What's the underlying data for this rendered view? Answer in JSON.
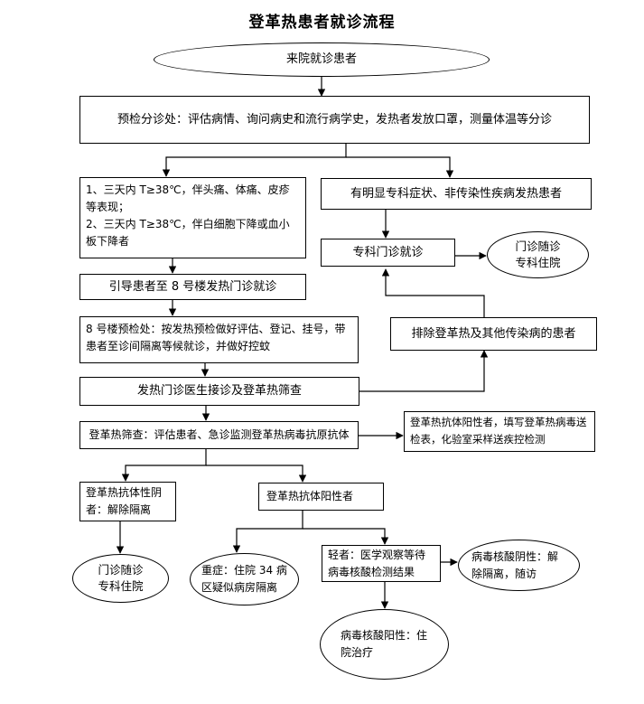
{
  "title": "登革热患者就诊流程",
  "nodes": {
    "start": "来院就诊患者",
    "triage": "预检分诊处：评估病情、询问病史和流行病学史，发热者发放口罩，测量体温等分诊",
    "criteria_1": "1、三天内 T≥38℃，伴头痛、体痛、皮疹等表现；",
    "criteria_2": "2、三天内 T≥38℃，伴白细胞下降或血小板下降者",
    "obvious": "有明显专科症状、非传染性疾病发热患者",
    "specialist_clinic": "专科门诊就诊",
    "outpatient_followup_right": "门诊随诊\n专科住院",
    "guide": "引导患者至 8 号楼发热门诊就诊",
    "building8": "8 号楼预检处：按发热预检做好评估、登记、挂号，带患者至诊间隔离等候就诊，并做好控蚊",
    "exclude": "排除登革热及其他传染病的患者",
    "fever_doctor": "发热门诊医生接诊及登革热筛查",
    "screening": "登革热筛查：评估患者、急诊监测登革热病毒抗原抗体",
    "positive_report": "登革热抗体阳性者，填写登革热病毒送检表，化验室采样送疾控检测",
    "antibody_negative": "登革热抗体性阴者：解除隔离",
    "antibody_positive": "登革热抗体阳性者",
    "outpatient_followup_left": "门诊随诊\n专科住院",
    "severe": "重症：住院 34 病区疑似病房隔离",
    "mild": "轻者：医学观察等待病毒核酸检测结果",
    "nucleic_negative": "病毒核酸阴性：解除隔离，随访",
    "nucleic_positive": "病毒核酸阳性：住院治疗"
  }
}
